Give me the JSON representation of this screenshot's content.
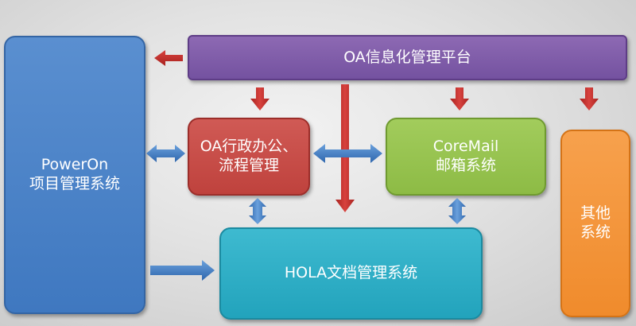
{
  "boxes": {
    "poweron": {
      "lines": [
        "PowerOn",
        "项目管理系统"
      ]
    },
    "oa_platform": {
      "lines": [
        "OA信息化管理平台"
      ]
    },
    "oa_admin": {
      "lines": [
        "OA行政办公、",
        "流程管理"
      ]
    },
    "coremail": {
      "lines": [
        "CoreMail",
        "邮箱系统"
      ]
    },
    "hola": {
      "lines": [
        "HOLA文档管理系统"
      ]
    },
    "others": {
      "lines": [
        "其他",
        "系统"
      ]
    }
  },
  "colors": {
    "poweron": "#4a80c6",
    "oa_platform": "#7f5ca9",
    "oa_admin": "#c94a45",
    "coremail": "#97c24f",
    "hola": "#2eb0c8",
    "others": "#f39639",
    "arrow_red": "#c0302d",
    "arrow_blue": "#3e7cc4"
  }
}
